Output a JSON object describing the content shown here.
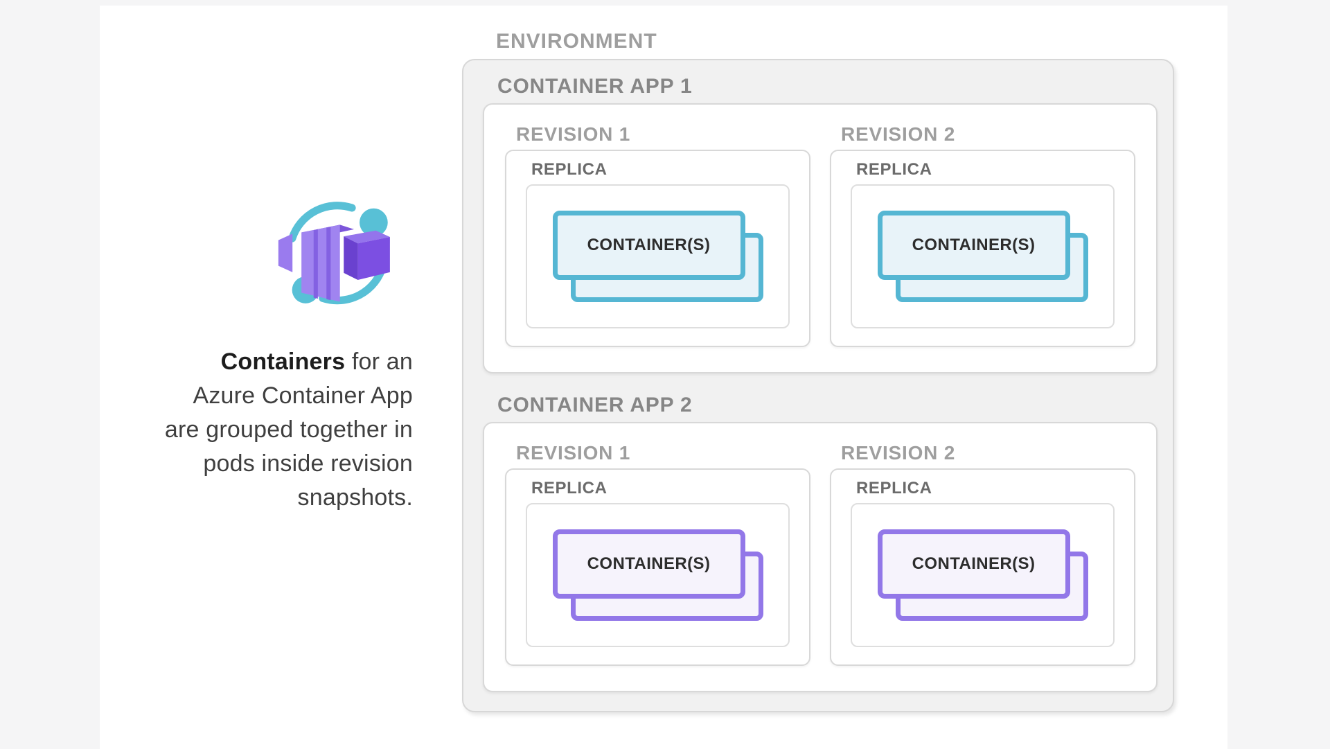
{
  "page": {
    "background": "#f5f5f6",
    "canvas_background": "#ffffff"
  },
  "left_panel": {
    "icon": "azure-container-apps-icon",
    "description_lines": [
      {
        "bold": "Containers",
        "text": " for an"
      },
      {
        "bold": "",
        "text": "Azure Container App"
      },
      {
        "bold": "",
        "text": "are grouped together in"
      },
      {
        "bold": "",
        "text": "pods inside revision"
      },
      {
        "bold": "",
        "text": "snapshots."
      }
    ]
  },
  "diagram": {
    "environment_label": "ENVIRONMENT",
    "container_apps": [
      {
        "label": "CONTAINER APP 1",
        "theme": "teal",
        "revisions": [
          {
            "label": "REVISION 1",
            "replica_label": "REPLICA",
            "card_label": "CONTAINER(S)"
          },
          {
            "label": "REVISION 2",
            "replica_label": "REPLICA",
            "card_label": "CONTAINER(S)"
          }
        ]
      },
      {
        "label": "CONTAINER APP 2",
        "theme": "purple",
        "revisions": [
          {
            "label": "REVISION 1",
            "replica_label": "REPLICA",
            "card_label": "CONTAINER(S)"
          },
          {
            "label": "REVISION 2",
            "replica_label": "REPLICA",
            "card_label": "CONTAINER(S)"
          }
        ]
      }
    ],
    "colors": {
      "teal_border": "#55b6d3",
      "teal_fill": "#e8f3f9",
      "purple_border": "#9277e8",
      "purple_fill": "#f6f3fc",
      "env_fill": "#f1f1f1",
      "env_border": "#d7d7d7",
      "box_border": "#d8d8d8",
      "replica_border": "#dedede",
      "label_light": "#9e9e9e",
      "label_mid": "#868686",
      "label_dark": "#6b6b6b",
      "icon_teal": "#58c0d6",
      "icon_purple": "#8a63e6"
    }
  }
}
